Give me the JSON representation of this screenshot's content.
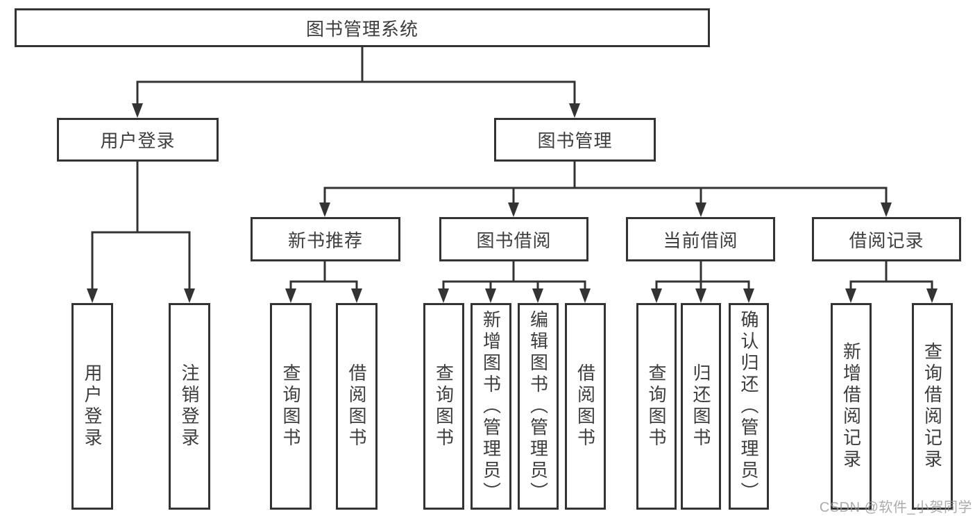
{
  "colors": {
    "line": "#333333",
    "node_border": "#333333",
    "text": "#3d3d3d",
    "background": "#ffffff",
    "watermark": "#969696"
  },
  "diagram": {
    "root": {
      "label": "图书管理系统"
    },
    "branches": [
      {
        "label": "用户登录",
        "children": [
          {
            "label": "用户登录"
          },
          {
            "label": "注销登录"
          }
        ]
      },
      {
        "label": "图书管理",
        "children": [
          {
            "label": "新书推荐",
            "children": [
              {
                "label": "查询图书"
              },
              {
                "label": "借阅图书"
              }
            ]
          },
          {
            "label": "图书借阅",
            "children": [
              {
                "label": "查询图书"
              },
              {
                "label": "新增图书（管理员）"
              },
              {
                "label": "编辑图书（管理员）"
              },
              {
                "label": "借阅图书"
              }
            ]
          },
          {
            "label": "当前借阅",
            "children": [
              {
                "label": "查询图书"
              },
              {
                "label": "归还图书"
              },
              {
                "label": "确认归还（管理员）"
              }
            ]
          },
          {
            "label": "借阅记录",
            "children": [
              {
                "label": "新增借阅记录"
              },
              {
                "label": "查询借阅记录"
              }
            ]
          }
        ]
      }
    ]
  },
  "watermark": {
    "text": "CSDN @软件_小贺同学"
  }
}
